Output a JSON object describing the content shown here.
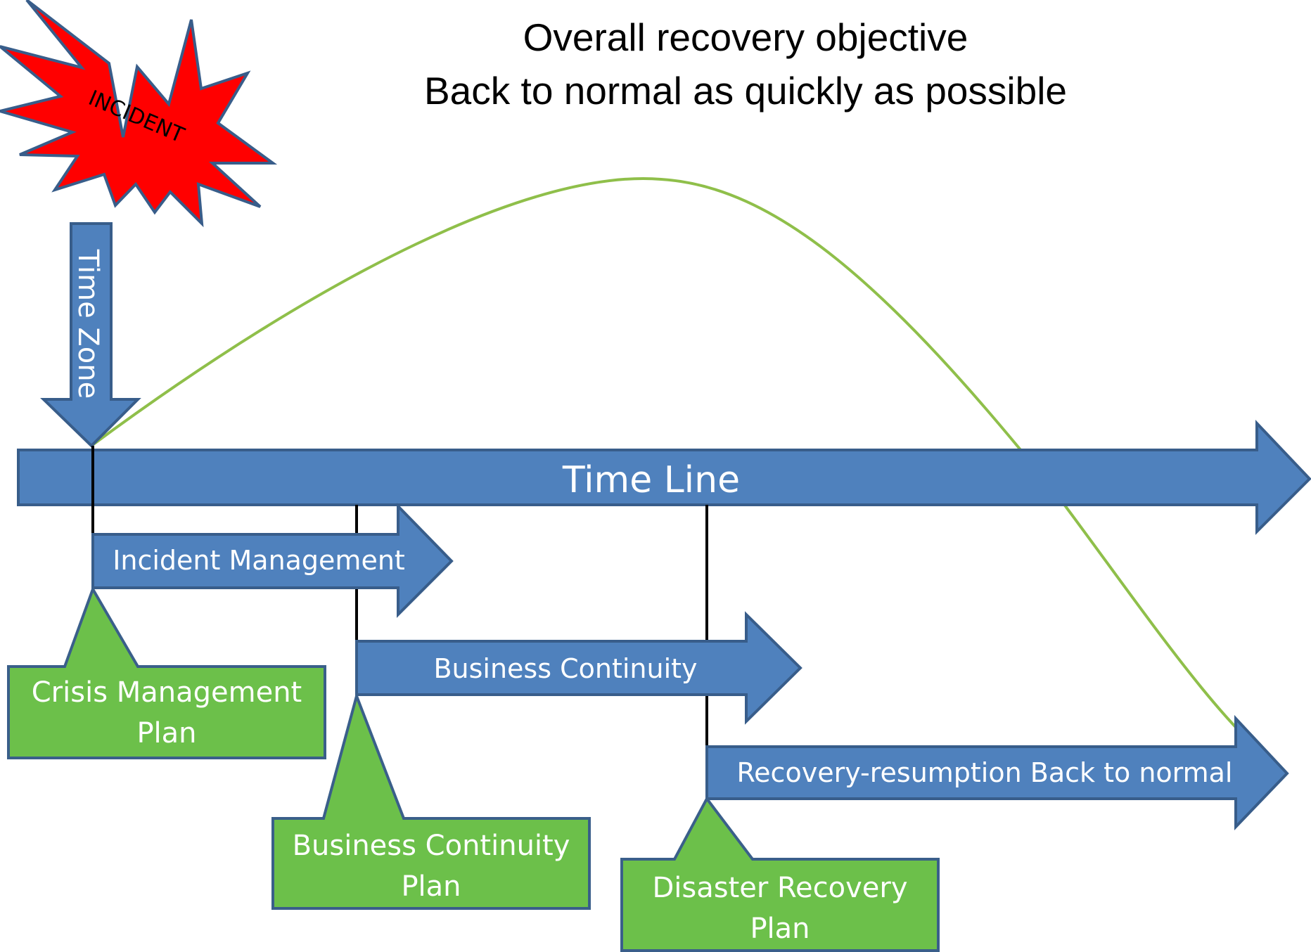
{
  "title": {
    "line1": "Overall recovery objective",
    "line2": "Back to normal as quickly as possible"
  },
  "incident": {
    "label": "INCIDENT",
    "fill_color": "#ff0000"
  },
  "time_zone": {
    "label": "Time Zone"
  },
  "timeline": {
    "label": "Time Line"
  },
  "phases": {
    "incident_management": "Incident Management",
    "business_continuity": "Business Continuity",
    "recovery_resumption": "Recovery-resumption Back to normal"
  },
  "plans": {
    "crisis_management": {
      "line1": "Crisis Management",
      "line2": "Plan"
    },
    "business_continuity": {
      "line1": "Business Continuity",
      "line2": "Plan"
    },
    "disaster_recovery": {
      "line1": "Disaster Recovery",
      "line2": "Plan"
    }
  },
  "colors": {
    "arrow_blue": "#4f81bd",
    "arrow_border": "#385d8a",
    "plan_green": "#6cc04a",
    "plan_border": "#3a5f8a",
    "curve_green": "#8fbf4a"
  }
}
